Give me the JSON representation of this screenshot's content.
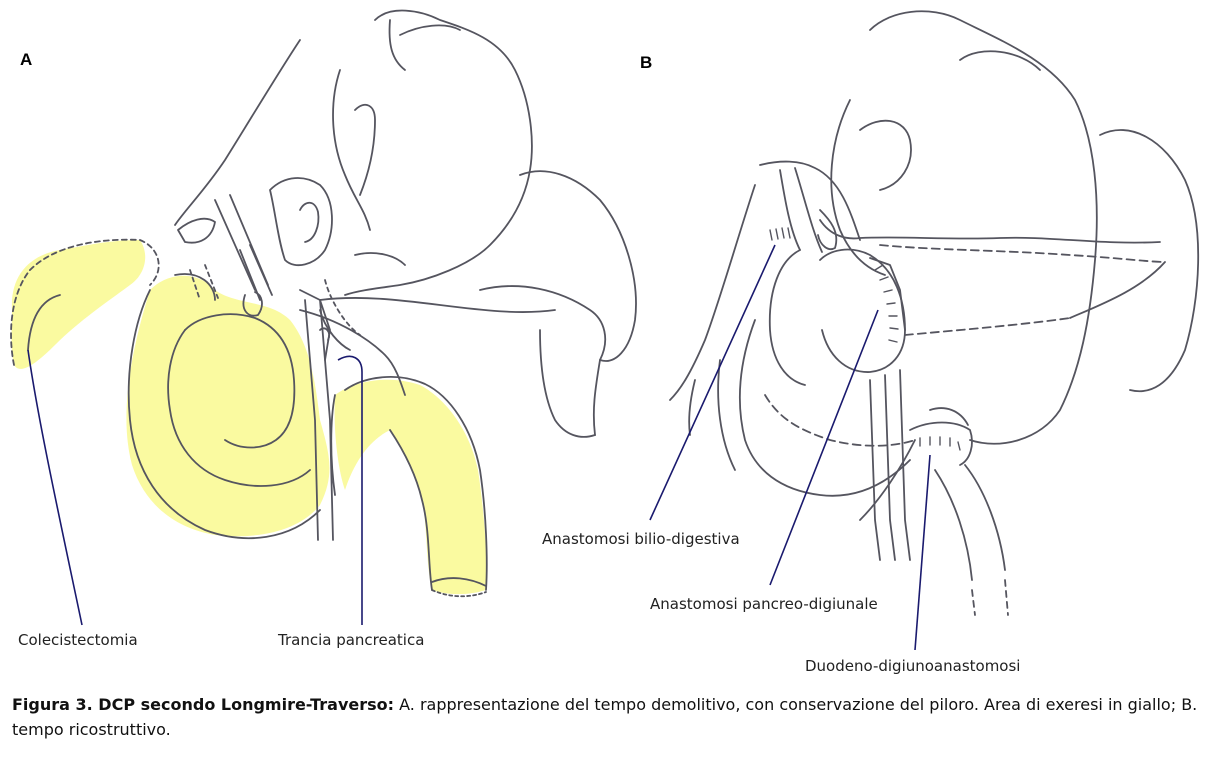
{
  "panels": {
    "a": {
      "letter": "A"
    },
    "b": {
      "letter": "B"
    }
  },
  "labels": {
    "colecistectomia": "Colecistectomia",
    "trancia": "Trancia pancreatica",
    "bilio": "Anastomosi bilio-digestiva",
    "pancreo": "Anastomosi pancreo-digiunale",
    "duodeno": "Duodeno-digiunoanastomosi"
  },
  "caption": {
    "bold": "Figura 3. DCP secondo Longmire-Traverso:",
    "text": " A. rappresentazione del tempo demolitivo, con conservazione del piloro. Area di exeresi in giallo; B. tempo ricostruttivo."
  },
  "colors": {
    "resection_area": "#fafaa0",
    "outline": "#55555f",
    "leader_line": "#1a1a6e"
  }
}
